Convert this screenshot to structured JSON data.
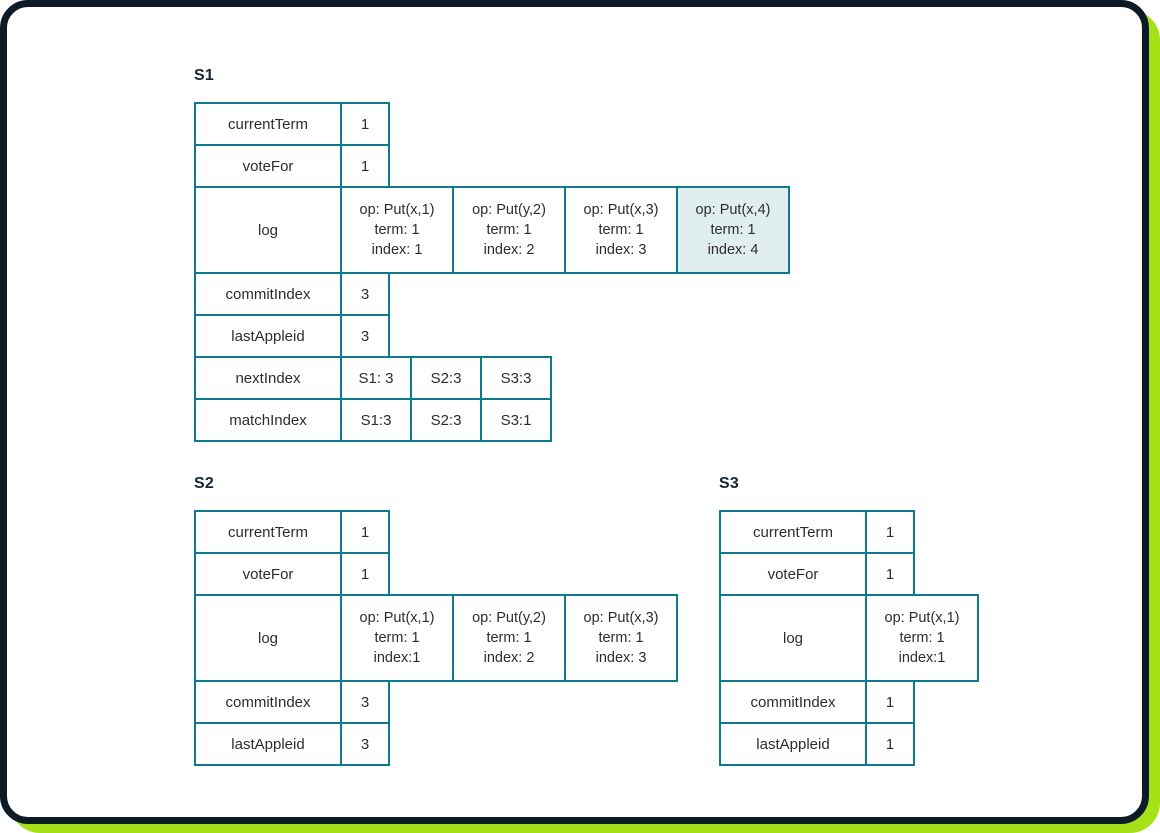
{
  "colors": {
    "frame": "#0d1b26",
    "accent": "#a4e217",
    "table_border": "#0c7b8b",
    "highlight_bg": "#e0eef0",
    "text": "#2d2d2d"
  },
  "s1": {
    "title": "S1",
    "top_fields": [
      {
        "label": "currentTerm",
        "value": "1"
      },
      {
        "label": "voteFor",
        "value": "1"
      }
    ],
    "log": {
      "label": "log",
      "entries": [
        {
          "op": "op: Put(x,1)",
          "term": "term: 1",
          "index": "index: 1"
        },
        {
          "op": "op: Put(y,2)",
          "term": "term: 1",
          "index": "index: 2"
        },
        {
          "op": "op: Put(x,3)",
          "term": "term: 1",
          "index": "index: 3"
        },
        {
          "op": "op: Put(x,4)",
          "term": "term: 1",
          "index": "index: 4"
        }
      ]
    },
    "bottom_fields": [
      {
        "label": "commitIndex",
        "value": "3"
      },
      {
        "label": "lastAppleid",
        "value": "3"
      }
    ],
    "index_rows": [
      {
        "label": "nextIndex",
        "cells": [
          "S1: 3",
          "S2:3",
          "S3:3"
        ]
      },
      {
        "label": "matchIndex",
        "cells": [
          "S1:3",
          "S2:3",
          "S3:1"
        ]
      }
    ]
  },
  "s2": {
    "title": "S2",
    "top_fields": [
      {
        "label": "currentTerm",
        "value": "1"
      },
      {
        "label": "voteFor",
        "value": "1"
      }
    ],
    "log": {
      "label": "log",
      "entries": [
        {
          "op": "op: Put(x,1)",
          "term": "term: 1",
          "index": "index:1"
        },
        {
          "op": "op: Put(y,2)",
          "term": "term: 1",
          "index": "index: 2"
        },
        {
          "op": "op: Put(x,3)",
          "term": "term: 1",
          "index": "index: 3"
        }
      ]
    },
    "bottom_fields": [
      {
        "label": "commitIndex",
        "value": "3"
      },
      {
        "label": "lastAppleid",
        "value": "3"
      }
    ]
  },
  "s3": {
    "title": "S3",
    "top_fields": [
      {
        "label": "currentTerm",
        "value": "1"
      },
      {
        "label": "voteFor",
        "value": "1"
      }
    ],
    "log": {
      "label": "log",
      "entries": [
        {
          "op": "op: Put(x,1)",
          "term": "term: 1",
          "index": "index:1"
        }
      ]
    },
    "bottom_fields": [
      {
        "label": "commitIndex",
        "value": "1"
      },
      {
        "label": "lastAppleid",
        "value": "1"
      }
    ]
  }
}
